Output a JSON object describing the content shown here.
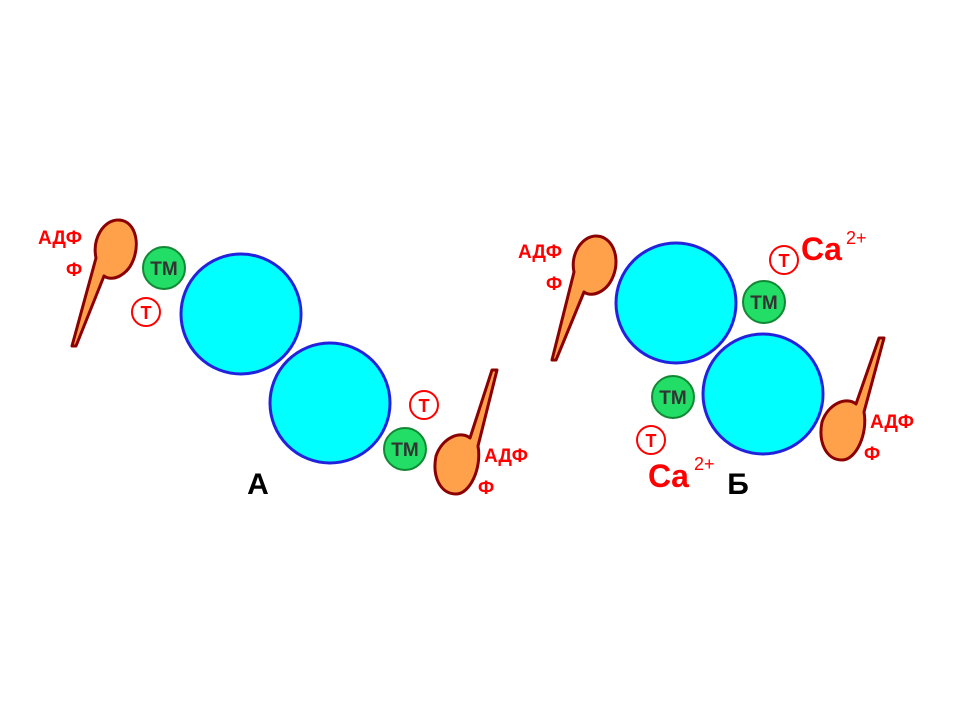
{
  "colors": {
    "actin": "#00ffff",
    "actin_stroke": "#2222dd",
    "tm": "#22dd66",
    "tm_stroke": "#118833",
    "troponin_fill": "#ffffff",
    "troponin_stroke": "#ff0000",
    "myosin": "#ffa04a",
    "myosin_stroke": "#8b0000",
    "red_text": "#ff0000",
    "panel_label": "#000000"
  },
  "panels": {
    "a": {
      "label": "А",
      "head_top": {
        "label_adf": "АДФ",
        "label_f": "Ф"
      },
      "tm_top": "ТМ",
      "t_top": "Т",
      "tm_bottom": "ТМ",
      "t_bottom": "Т",
      "head_bottom": {
        "label_adf": "АДФ",
        "label_f": "Ф"
      }
    },
    "b": {
      "label": "Б",
      "head_top": {
        "label_adf": "АДФ",
        "label_f": "Ф"
      },
      "t_top": "Т",
      "ca_top": "Ca",
      "ca_top_sup": "2+",
      "tm_top": "ТМ",
      "tm_bottom": "ТМ",
      "t_bottom": "Т",
      "ca_bottom": "Ca",
      "ca_bottom_sup": "2+",
      "head_bottom": {
        "label_adf": "АДФ",
        "label_f": "Ф"
      }
    }
  }
}
